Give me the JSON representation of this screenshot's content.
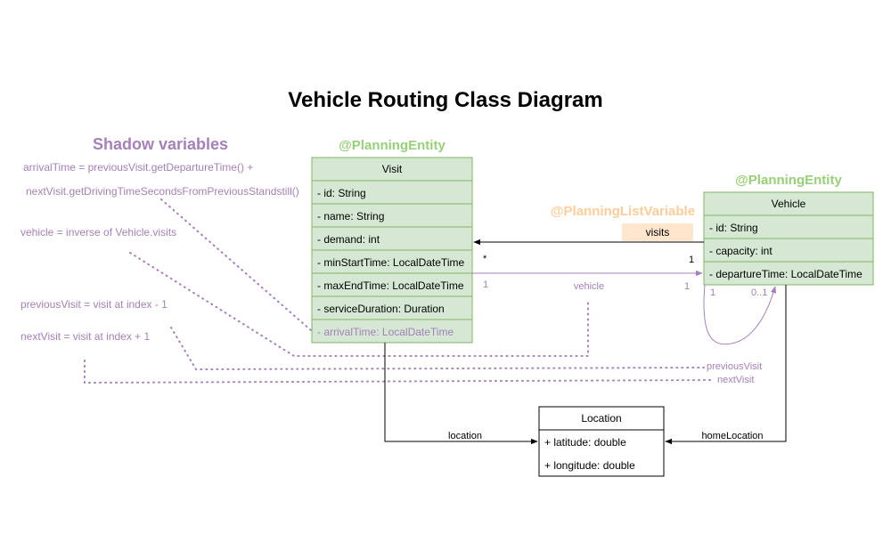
{
  "title": "Vehicle Routing Class Diagram",
  "colors": {
    "entity_fill": "#d5e8d4",
    "entity_stroke": "#82b366",
    "stereotype": "#97d077",
    "list_variable": "#ffcc99",
    "list_variable_fill": "#ffe6cc",
    "shadow": "#a680b8"
  },
  "shadow_panel": {
    "heading": "Shadow variables",
    "lines": [
      "arrivalTime = previousVisit.getDepartureTime() +",
      "nextVisit.getDrivingTimeSecondsFromPreviousStandstill()",
      "vehicle = inverse of Vehicle.visits",
      "previousVisit = visit at index - 1",
      "nextVisit = visit at index + 1"
    ]
  },
  "visit": {
    "stereotype": "@PlanningEntity",
    "name": "Visit",
    "attributes": [
      "- id: String",
      "- name: String",
      "- demand: int",
      "- minStartTime: LocalDateTime",
      "- maxEndTime: LocalDateTime",
      "- serviceDuration: Duration"
    ],
    "shadow_attribute": "- arrivalTime: LocalDateTime"
  },
  "vehicle": {
    "stereotype": "@PlanningEntity",
    "name": "Vehicle",
    "attributes": [
      "- id: String",
      "- capacity: int",
      "- departureTime: LocalDateTime"
    ]
  },
  "location": {
    "name": "Location",
    "attributes": [
      "+ latitude: double",
      "+ longitude: double"
    ]
  },
  "relations": {
    "list_variable": "@PlanningListVariable",
    "visits_label": "visits",
    "visits_mult_visit": "*",
    "visits_mult_vehicle": "1",
    "vehicle_label": "vehicle",
    "vehicle_mult_visit": "1",
    "vehicle_mult_vehicle": "1",
    "self_mult_a": "1",
    "self_mult_b": "0..1",
    "previous_visit": "previousVisit",
    "next_visit": "nextVisit",
    "location_label": "location",
    "home_location_label": "homeLocation"
  }
}
